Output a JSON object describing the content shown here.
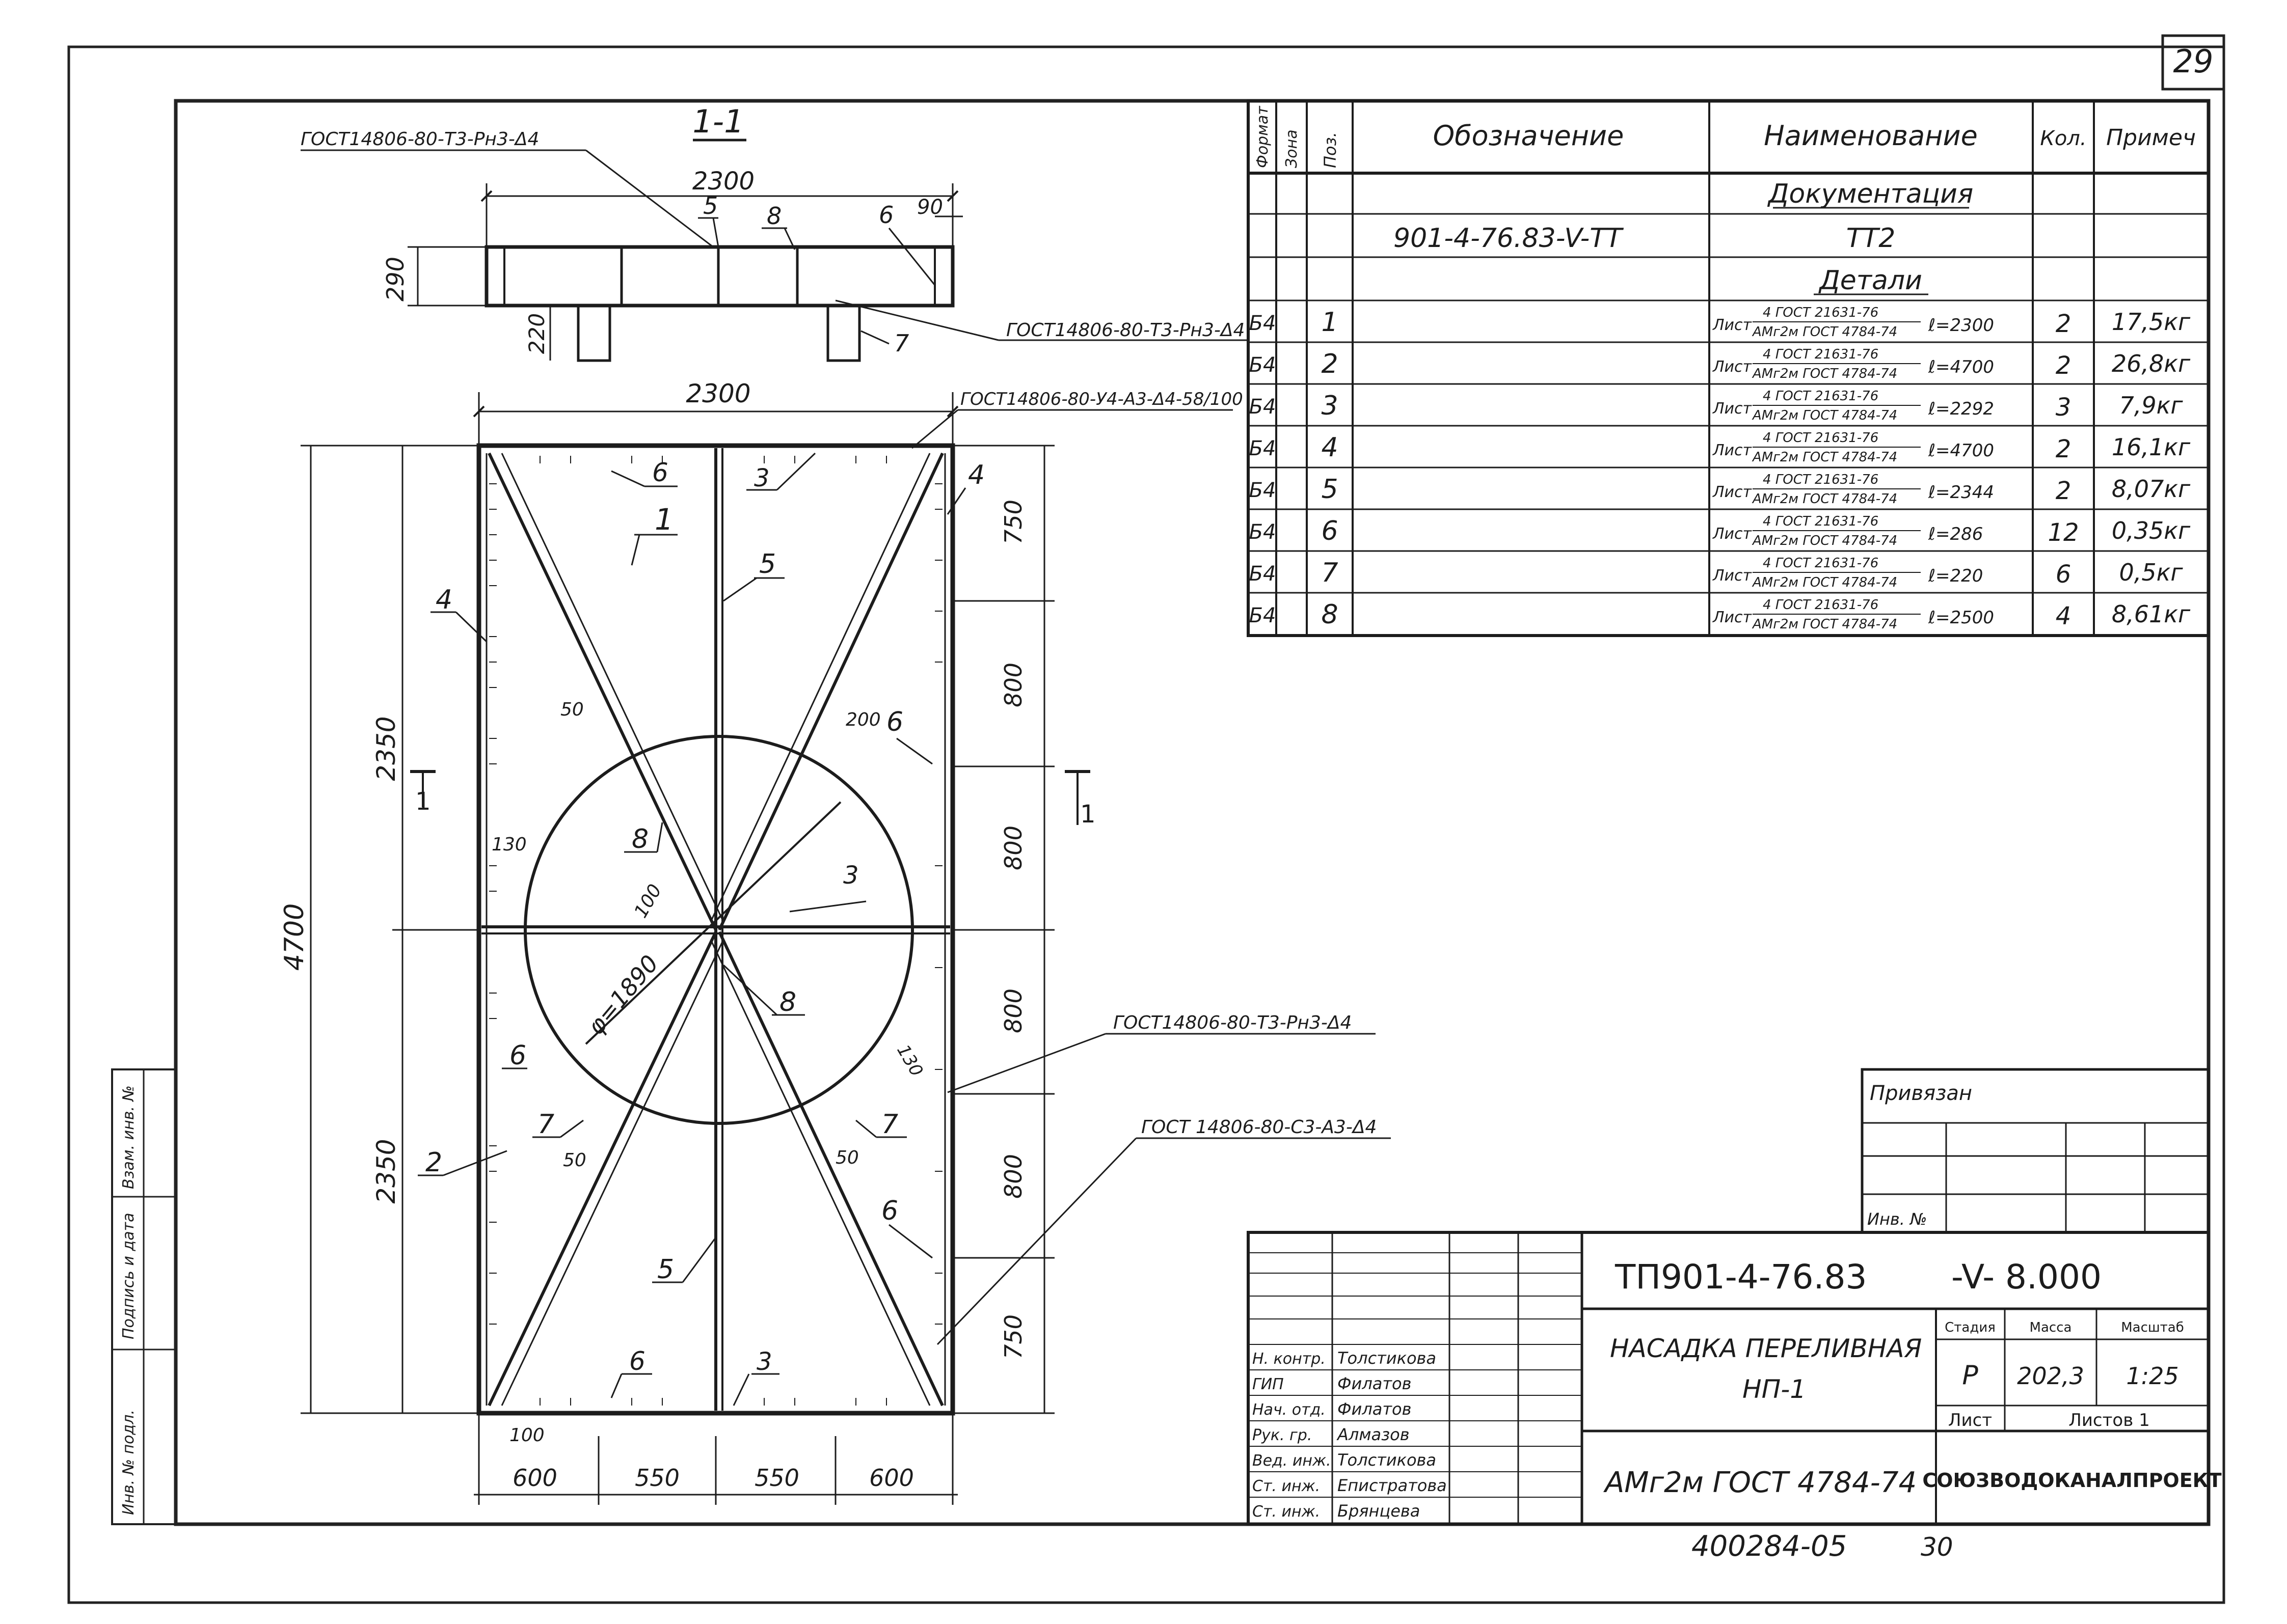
{
  "page_number": "29",
  "section": {
    "label": "1-1",
    "cut_marker": "1",
    "weld_top_left": "ГОСТ14806-80-Т3-Рн3-Δ4",
    "weld_right": "ГОСТ14806-80-Т3-Рн3-Δ4",
    "width": "2300",
    "height": "290",
    "leg_height": "220",
    "end_offset": "90",
    "callouts": [
      "5",
      "8",
      "6",
      "7"
    ]
  },
  "plan": {
    "width_top": "2300",
    "height_total": "4700",
    "half_height": "2350",
    "weld_top": "ГОСТ14806-80-У4-А3-Δ4-58/100",
    "weld_mid": "ГОСТ14806-80-Т3-Рн3-Δ4",
    "weld_lower": "ГОСТ 14806-80-С3-А3-Δ4",
    "diameter": "φ=1890",
    "right_dims": [
      "750",
      "800",
      "800",
      "800",
      "800",
      "750"
    ],
    "bottom_dims": [
      "600",
      "550",
      "550",
      "600"
    ],
    "small_dims": {
      "d130": "130",
      "d100_center": "100",
      "d100_bottom": "100",
      "d50_a": "50",
      "d50_b": "50",
      "d50_c": "50",
      "d200": "200",
      "d130_right": "130"
    },
    "callouts": [
      "1",
      "2",
      "3",
      "3",
      "3",
      "4",
      "4",
      "5",
      "5",
      "6",
      "6",
      "6",
      "6",
      "6",
      "7",
      "7",
      "8",
      "8"
    ]
  },
  "spec_table": {
    "headers": {
      "format": "Формат",
      "zone": "Зона",
      "pos": "Поз.",
      "designation": "Обозначение",
      "name": "Наименование",
      "qty": "Кол.",
      "note": "Примеч"
    },
    "section_doc": "Документация",
    "doc_row": {
      "designation": "901-4-76.83-V-ТТ",
      "name": "ТТ2"
    },
    "section_details": "Детали",
    "rows": [
      {
        "format": "Б4",
        "pos": "1",
        "name_top": "4 ГОСТ 21631-76",
        "name_bottom": "АМг2м ГОСТ 4784-74",
        "length": "ℓ=2300",
        "qty": "2",
        "note": "17,5кг"
      },
      {
        "format": "Б4",
        "pos": "2",
        "name_top": "4 ГОСТ 21631-76",
        "name_bottom": "АМг2м ГОСТ 4784-74",
        "length": "ℓ=4700",
        "qty": "2",
        "note": "26,8кг"
      },
      {
        "format": "Б4",
        "pos": "3",
        "name_top": "4 ГОСТ 21631-76",
        "name_bottom": "АМг2м ГОСТ 4784-74",
        "length": "ℓ=2292",
        "qty": "3",
        "note": "7,9кг"
      },
      {
        "format": "Б4",
        "pos": "4",
        "name_top": "4 ГОСТ 21631-76",
        "name_bottom": "АМг2м ГОСТ 4784-74",
        "length": "ℓ=4700",
        "qty": "2",
        "note": "16,1кг"
      },
      {
        "format": "Б4",
        "pos": "5",
        "name_top": "4 ГОСТ 21631-76",
        "name_bottom": "АМг2м ГОСТ 4784-74",
        "length": "ℓ=2344",
        "qty": "2",
        "note": "8,07кг"
      },
      {
        "format": "Б4",
        "pos": "6",
        "name_top": "4 ГОСТ 21631-76",
        "name_bottom": "АМг2м ГОСТ 4784-74",
        "length": "ℓ=286",
        "qty": "12",
        "note": "0,35кг"
      },
      {
        "format": "Б4",
        "pos": "7",
        "name_top": "4 ГОСТ 21631-76",
        "name_bottom": "АМг2м ГОСТ 4784-74",
        "length": "ℓ=220",
        "qty": "6",
        "note": "0,5кг"
      },
      {
        "format": "Б4",
        "pos": "8",
        "name_top": "4 ГОСТ 21631-76",
        "name_bottom": "АМг2м ГОСТ 4784-74",
        "length": "ℓ=2500",
        "qty": "4",
        "note": "8,61кг"
      }
    ],
    "sheet_word": "Лист"
  },
  "stamp": {
    "privyazan": "Привязан",
    "inv_no": "Инв. №",
    "code": "ТП901-4-76.83",
    "code_suffix": "-V- 8.000",
    "title_line1": "НАСАДКА ПЕРЕЛИВНАЯ",
    "title_line2": "НП-1",
    "stage_label": "Стадия",
    "mass_label": "Масса",
    "scale_label": "Масштаб",
    "stage": "Р",
    "mass": "202,3",
    "scale": "1:25",
    "sheet_label": "Лист",
    "sheets_label": "Листов 1",
    "material": "АМг2м ГОСТ 4784-74",
    "org": "СОЮЗВОДОКАНАЛПРОЕКТ",
    "signers": [
      {
        "role": "Н. контр.",
        "name": "Толстикова"
      },
      {
        "role": "ГИП",
        "name": "Филатов"
      },
      {
        "role": "Нач. отд.",
        "name": "Филатов"
      },
      {
        "role": "Рук. гр.",
        "name": "Алмазов"
      },
      {
        "role": "Вед. инж.",
        "name": "Толстикова"
      },
      {
        "role": "Ст. инж.",
        "name": "Епистратова"
      },
      {
        "role": "Ст. инж.",
        "name": "Брянцева"
      }
    ]
  },
  "side_stamp": [
    "Инв. № подл.",
    "Подпись и дата",
    "Взам. инв. №"
  ],
  "footer": {
    "number": "400284-05",
    "page": "30"
  }
}
